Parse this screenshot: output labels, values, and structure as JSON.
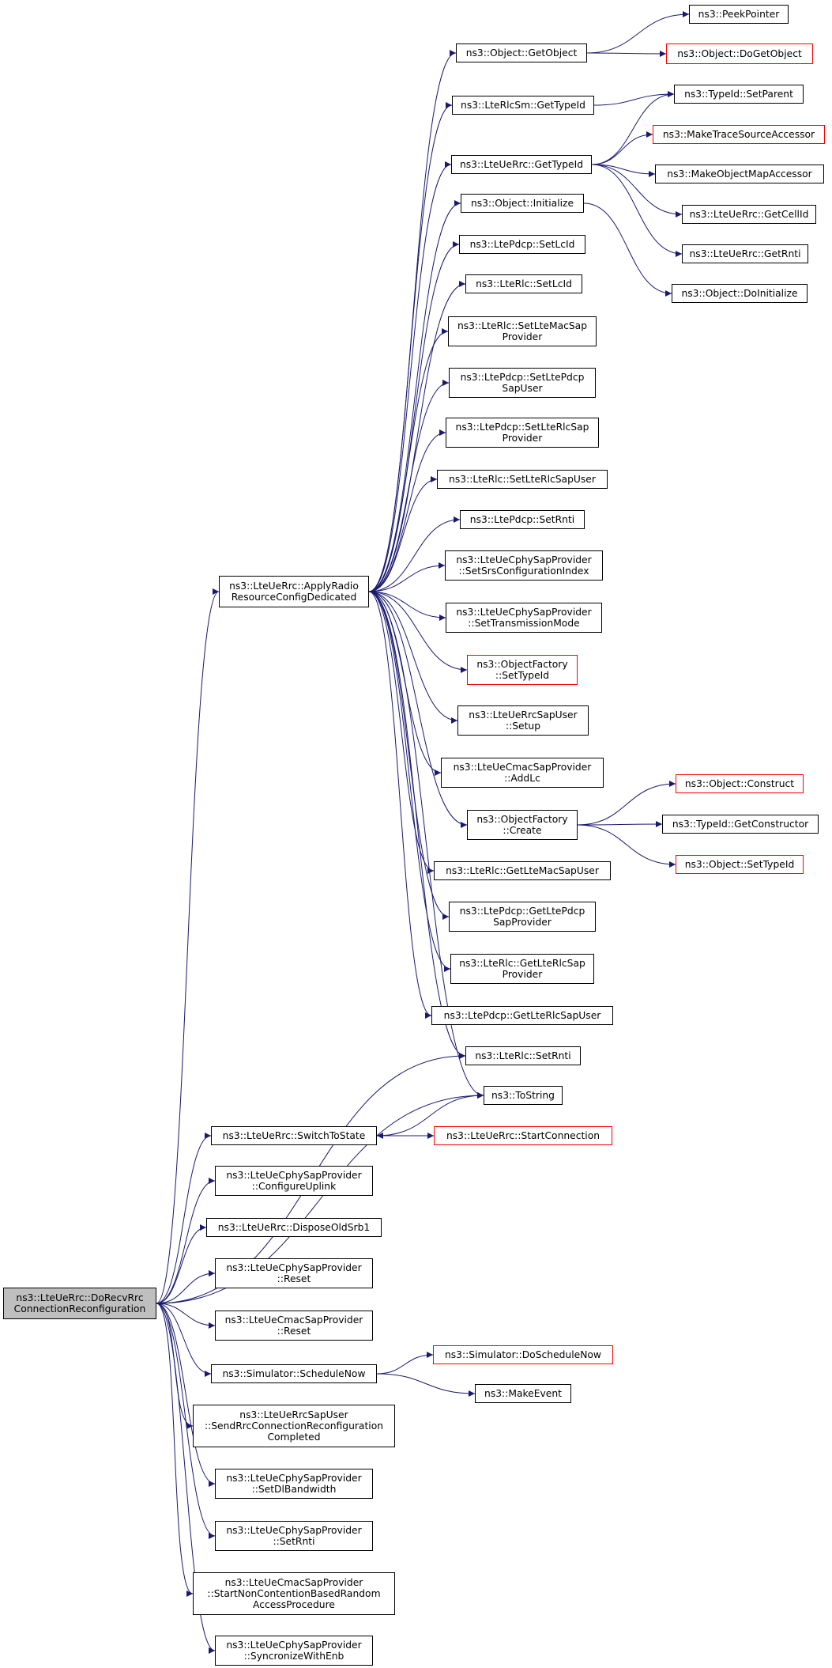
{
  "colors": {
    "edge": "#191970",
    "border": "#000000",
    "border_incomplete": "#ff0000",
    "root_fill": "#bfbfbf"
  },
  "nodes": [
    {
      "id": "root",
      "label": "ns3::LteUeRrc::DoRecvRrc\nConnectionReconfiguration",
      "style": "root"
    },
    {
      "id": "applyRadio",
      "label": "ns3::LteUeRrc::ApplyRadio\nResourceConfigDedicated",
      "style": "normal"
    },
    {
      "id": "getObject",
      "label": "ns3::Object::GetObject",
      "style": "normal"
    },
    {
      "id": "peekPointer",
      "label": "ns3::PeekPointer",
      "style": "normal"
    },
    {
      "id": "doGetObject",
      "label": "ns3::Object::DoGetObject",
      "style": "red"
    },
    {
      "id": "rlcSmGetTypeId",
      "label": "ns3::LteRlcSm::GetTypeId",
      "style": "normal"
    },
    {
      "id": "typeIdSetParent",
      "label": "ns3::TypeId::SetParent",
      "style": "normal"
    },
    {
      "id": "makeTraceSourceAccessor",
      "label": "ns3::MakeTraceSourceAccessor",
      "style": "red"
    },
    {
      "id": "ueRrcGetTypeId",
      "label": "ns3::LteUeRrc::GetTypeId",
      "style": "normal"
    },
    {
      "id": "makeObjectMapAccessor",
      "label": "ns3::MakeObjectMapAccessor",
      "style": "normal"
    },
    {
      "id": "objectInitialize",
      "label": "ns3::Object::Initialize",
      "style": "normal"
    },
    {
      "id": "getCellId",
      "label": "ns3::LteUeRrc::GetCellId",
      "style": "normal"
    },
    {
      "id": "getRnti",
      "label": "ns3::LteUeRrc::GetRnti",
      "style": "normal"
    },
    {
      "id": "pdcpSetLcId",
      "label": "ns3::LtePdcp::SetLcId",
      "style": "normal"
    },
    {
      "id": "doInitialize",
      "label": "ns3::Object::DoInitialize",
      "style": "normal"
    },
    {
      "id": "rlcSetLcId",
      "label": "ns3::LteRlc::SetLcId",
      "style": "normal"
    },
    {
      "id": "rlcSetLteMacSapProvider",
      "label": "ns3::LteRlc::SetLteMacSap\nProvider",
      "style": "normal"
    },
    {
      "id": "pdcpSetLtePdcpSapUser",
      "label": "ns3::LtePdcp::SetLtePdcp\nSapUser",
      "style": "normal"
    },
    {
      "id": "pdcpSetLteRlcSapProvider",
      "label": "ns3::LtePdcp::SetLteRlcSap\nProvider",
      "style": "normal"
    },
    {
      "id": "rlcSetLteRlcSapUser",
      "label": "ns3::LteRlc::SetLteRlcSapUser",
      "style": "normal"
    },
    {
      "id": "pdcpSetRnti",
      "label": "ns3::LtePdcp::SetRnti",
      "style": "normal"
    },
    {
      "id": "setSrsConfigurationIndex",
      "label": "ns3::LteUeCphySapProvider\n::SetSrsConfigurationIndex",
      "style": "normal"
    },
    {
      "id": "setTransmissionMode",
      "label": "ns3::LteUeCphySapProvider\n::SetTransmissionMode",
      "style": "normal"
    },
    {
      "id": "factorySetTypeId",
      "label": "ns3::ObjectFactory\n::SetTypeId",
      "style": "red"
    },
    {
      "id": "rrcSapUserSetup",
      "label": "ns3::LteUeRrcSapUser\n::Setup",
      "style": "normal"
    },
    {
      "id": "cmacAddLc",
      "label": "ns3::LteUeCmacSapProvider\n::AddLc",
      "style": "normal"
    },
    {
      "id": "objectConstruct",
      "label": "ns3::Object::Construct",
      "style": "red"
    },
    {
      "id": "factoryCreate",
      "label": "ns3::ObjectFactory\n::Create",
      "style": "normal"
    },
    {
      "id": "typeIdGetConstructor",
      "label": "ns3::TypeId::GetConstructor",
      "style": "normal"
    },
    {
      "id": "objectSetTypeId",
      "label": "ns3::Object::SetTypeId",
      "style": "red"
    },
    {
      "id": "rlcGetLteMacSapUser",
      "label": "ns3::LteRlc::GetLteMacSapUser",
      "style": "normal"
    },
    {
      "id": "pdcpGetLtePdcpSapProvider",
      "label": "ns3::LtePdcp::GetLtePdcp\nSapProvider",
      "style": "normal"
    },
    {
      "id": "rlcGetLteRlcSapProvider",
      "label": "ns3::LteRlc::GetLteRlcSap\nProvider",
      "style": "normal"
    },
    {
      "id": "pdcpGetLteRlcSapUser",
      "label": "ns3::LtePdcp::GetLteRlcSapUser",
      "style": "normal"
    },
    {
      "id": "rlcSetRnti",
      "label": "ns3::LteRlc::SetRnti",
      "style": "normal"
    },
    {
      "id": "toString",
      "label": "ns3::ToString",
      "style": "normal"
    },
    {
      "id": "switchToState",
      "label": "ns3::LteUeRrc::SwitchToState",
      "style": "normal"
    },
    {
      "id": "startConnection",
      "label": "ns3::LteUeRrc::StartConnection",
      "style": "red"
    },
    {
      "id": "configureUplink",
      "label": "ns3::LteUeCphySapProvider\n::ConfigureUplink",
      "style": "normal"
    },
    {
      "id": "disposeOldSrb1",
      "label": "ns3::LteUeRrc::DisposeOldSrb1",
      "style": "normal"
    },
    {
      "id": "cphyReset",
      "label": "ns3::LteUeCphySapProvider\n::Reset",
      "style": "normal"
    },
    {
      "id": "cmacReset",
      "label": "ns3::LteUeCmacSapProvider\n::Reset",
      "style": "normal"
    },
    {
      "id": "doScheduleNow",
      "label": "ns3::Simulator::DoScheduleNow",
      "style": "red"
    },
    {
      "id": "scheduleNow",
      "label": "ns3::Simulator::ScheduleNow",
      "style": "normal"
    },
    {
      "id": "makeEvent",
      "label": "ns3::MakeEvent",
      "style": "normal"
    },
    {
      "id": "sendRrcConnReconfCompleted",
      "label": "ns3::LteUeRrcSapUser\n::SendRrcConnectionReconfiguration\nCompleted",
      "style": "normal"
    },
    {
      "id": "setDlBandwidth",
      "label": "ns3::LteUeCphySapProvider\n::SetDlBandwidth",
      "style": "normal"
    },
    {
      "id": "cphySetRnti",
      "label": "ns3::LteUeCphySapProvider\n::SetRnti",
      "style": "normal"
    },
    {
      "id": "startNonContention",
      "label": "ns3::LteUeCmacSapProvider\n::StartNonContentionBasedRandom\nAccessProcedure",
      "style": "normal"
    },
    {
      "id": "syncronizeWithEnb",
      "label": "ns3::LteUeCphySapProvider\n::SyncronizeWithEnb",
      "style": "normal"
    }
  ],
  "edges": [
    [
      "getObject",
      "peekPointer"
    ],
    [
      "getObject",
      "doGetObject"
    ],
    [
      "rlcSmGetTypeId",
      "typeIdSetParent"
    ],
    [
      "ueRrcGetTypeId",
      "typeIdSetParent"
    ],
    [
      "ueRrcGetTypeId",
      "makeTraceSourceAccessor"
    ],
    [
      "ueRrcGetTypeId",
      "makeObjectMapAccessor"
    ],
    [
      "ueRrcGetTypeId",
      "getCellId"
    ],
    [
      "ueRrcGetTypeId",
      "getRnti"
    ],
    [
      "objectInitialize",
      "doInitialize"
    ],
    [
      "applyRadio",
      "getObject"
    ],
    [
      "applyRadio",
      "rlcSmGetTypeId"
    ],
    [
      "applyRadio",
      "ueRrcGetTypeId"
    ],
    [
      "applyRadio",
      "objectInitialize"
    ],
    [
      "applyRadio",
      "pdcpSetLcId"
    ],
    [
      "applyRadio",
      "rlcSetLcId"
    ],
    [
      "applyRadio",
      "rlcSetLteMacSapProvider"
    ],
    [
      "applyRadio",
      "pdcpSetLtePdcpSapUser"
    ],
    [
      "applyRadio",
      "pdcpSetLteRlcSapProvider"
    ],
    [
      "applyRadio",
      "rlcSetLteRlcSapUser"
    ],
    [
      "applyRadio",
      "pdcpSetRnti"
    ],
    [
      "applyRadio",
      "setSrsConfigurationIndex"
    ],
    [
      "applyRadio",
      "setTransmissionMode"
    ],
    [
      "applyRadio",
      "factorySetTypeId"
    ],
    [
      "applyRadio",
      "rrcSapUserSetup"
    ],
    [
      "applyRadio",
      "cmacAddLc"
    ],
    [
      "applyRadio",
      "factoryCreate"
    ],
    [
      "applyRadio",
      "rlcGetLteMacSapUser"
    ],
    [
      "applyRadio",
      "pdcpGetLtePdcpSapProvider"
    ],
    [
      "applyRadio",
      "rlcGetLteRlcSapProvider"
    ],
    [
      "applyRadio",
      "pdcpGetLteRlcSapUser"
    ],
    [
      "applyRadio",
      "rlcSetRnti"
    ],
    [
      "applyRadio",
      "toString"
    ],
    [
      "factoryCreate",
      "objectConstruct"
    ],
    [
      "factoryCreate",
      "typeIdGetConstructor"
    ],
    [
      "factoryCreate",
      "objectSetTypeId"
    ],
    [
      "switchToState",
      "toString"
    ],
    [
      "switchToState",
      "startConnection"
    ],
    [
      "startConnection",
      "switchToState"
    ],
    [
      "scheduleNow",
      "doScheduleNow"
    ],
    [
      "scheduleNow",
      "makeEvent"
    ],
    [
      "root",
      "applyRadio"
    ],
    [
      "root",
      "rlcSetRnti"
    ],
    [
      "root",
      "toString"
    ],
    [
      "root",
      "switchToState"
    ],
    [
      "root",
      "configureUplink"
    ],
    [
      "root",
      "disposeOldSrb1"
    ],
    [
      "root",
      "cphyReset"
    ],
    [
      "root",
      "cmacReset"
    ],
    [
      "root",
      "scheduleNow"
    ],
    [
      "root",
      "sendRrcConnReconfCompleted"
    ],
    [
      "root",
      "setDlBandwidth"
    ],
    [
      "root",
      "cphySetRnti"
    ],
    [
      "root",
      "startNonContention"
    ],
    [
      "root",
      "syncronizeWithEnb"
    ]
  ]
}
